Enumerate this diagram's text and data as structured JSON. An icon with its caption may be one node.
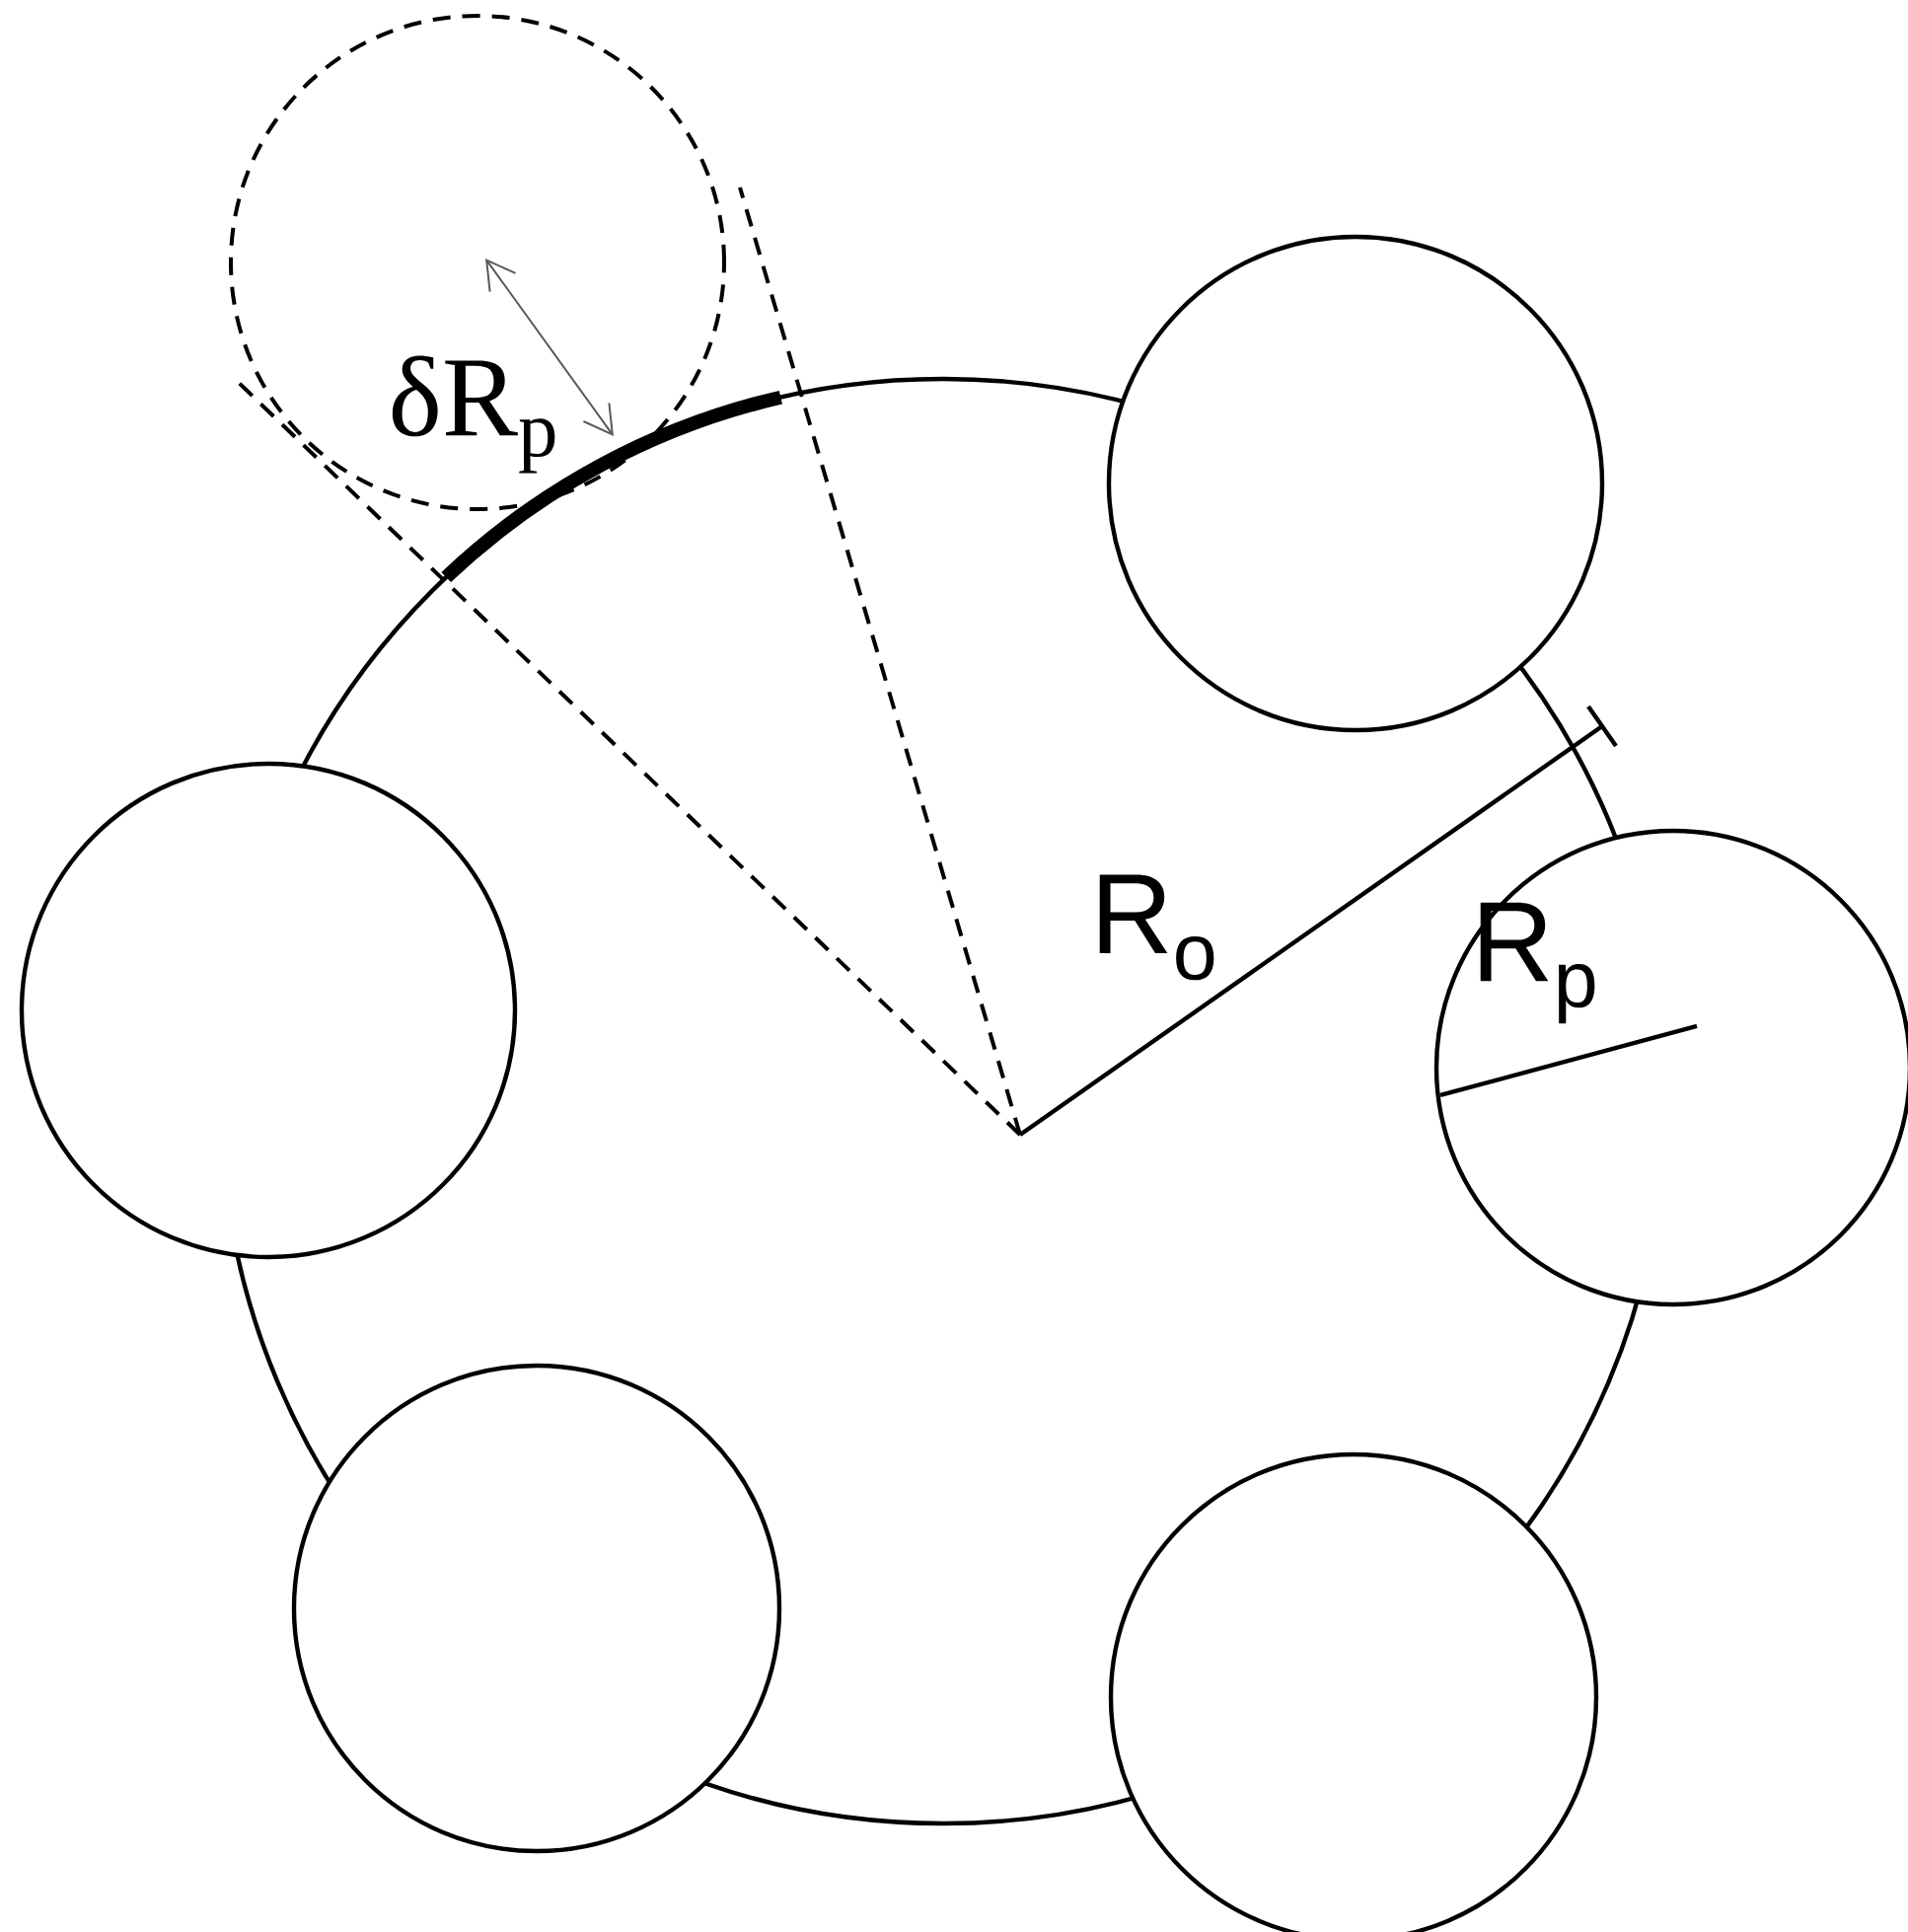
{
  "diagram": {
    "nodes": [
      {
        "text": [
          "R$_{o}$"
        ]
      },
      {
        "text": [
          "δR$_{p}$"
        ]
      },
      {
        "text": [],
        "shape": "circle"
      },
      {
        "text": [],
        "shape": "circle"
      },
      {
        "text": [
          "R$_{p}$"
        ]
      },
      {
        "text": [],
        "shape": "circle"
      },
      {
        "text": [],
        "shape": "circle"
      }
    ]
  }
}
